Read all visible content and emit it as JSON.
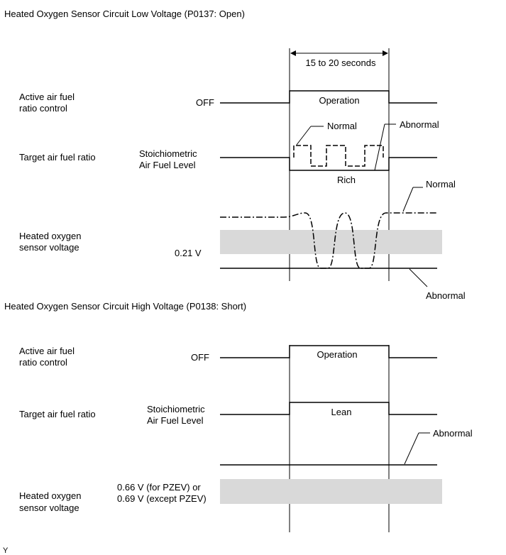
{
  "footer_mark": "Y",
  "top": {
    "title": "Heated Oxygen Sensor Circuit Low Voltage (P0137: Open)",
    "duration": "15 to 20 seconds",
    "row1": {
      "label_line1": "Active air fuel",
      "label_line2": "ratio control",
      "off": "OFF",
      "on": "Operation"
    },
    "row2": {
      "label": "Target air fuel ratio",
      "level_line1": "Stoichiometric",
      "level_line2": "Air Fuel Level",
      "normal": "Normal",
      "abnormal": "Abnormal",
      "rich": "Rich"
    },
    "row3": {
      "label_line1": "Heated oxygen",
      "label_line2": "sensor voltage",
      "threshold": "0.21 V",
      "normal": "Normal",
      "abnormal": "Abnormal"
    }
  },
  "bottom": {
    "title": "Heated Oxygen Sensor Circuit High Voltage (P0138: Short)",
    "row1": {
      "label_line1": "Active air fuel",
      "label_line2": "ratio control",
      "off": "OFF",
      "on": "Operation"
    },
    "row2": {
      "label": "Target air fuel ratio",
      "level_line1": "Stoichiometric",
      "level_line2": "Air Fuel Level",
      "lean": "Lean"
    },
    "row3": {
      "label_line1": "Heated oxygen",
      "label_line2": "sensor voltage",
      "threshold_line1": "0.66 V (for PZEV) or",
      "threshold_line2": "0.69 V (except PZEV)",
      "abnormal": "Abnormal"
    }
  }
}
